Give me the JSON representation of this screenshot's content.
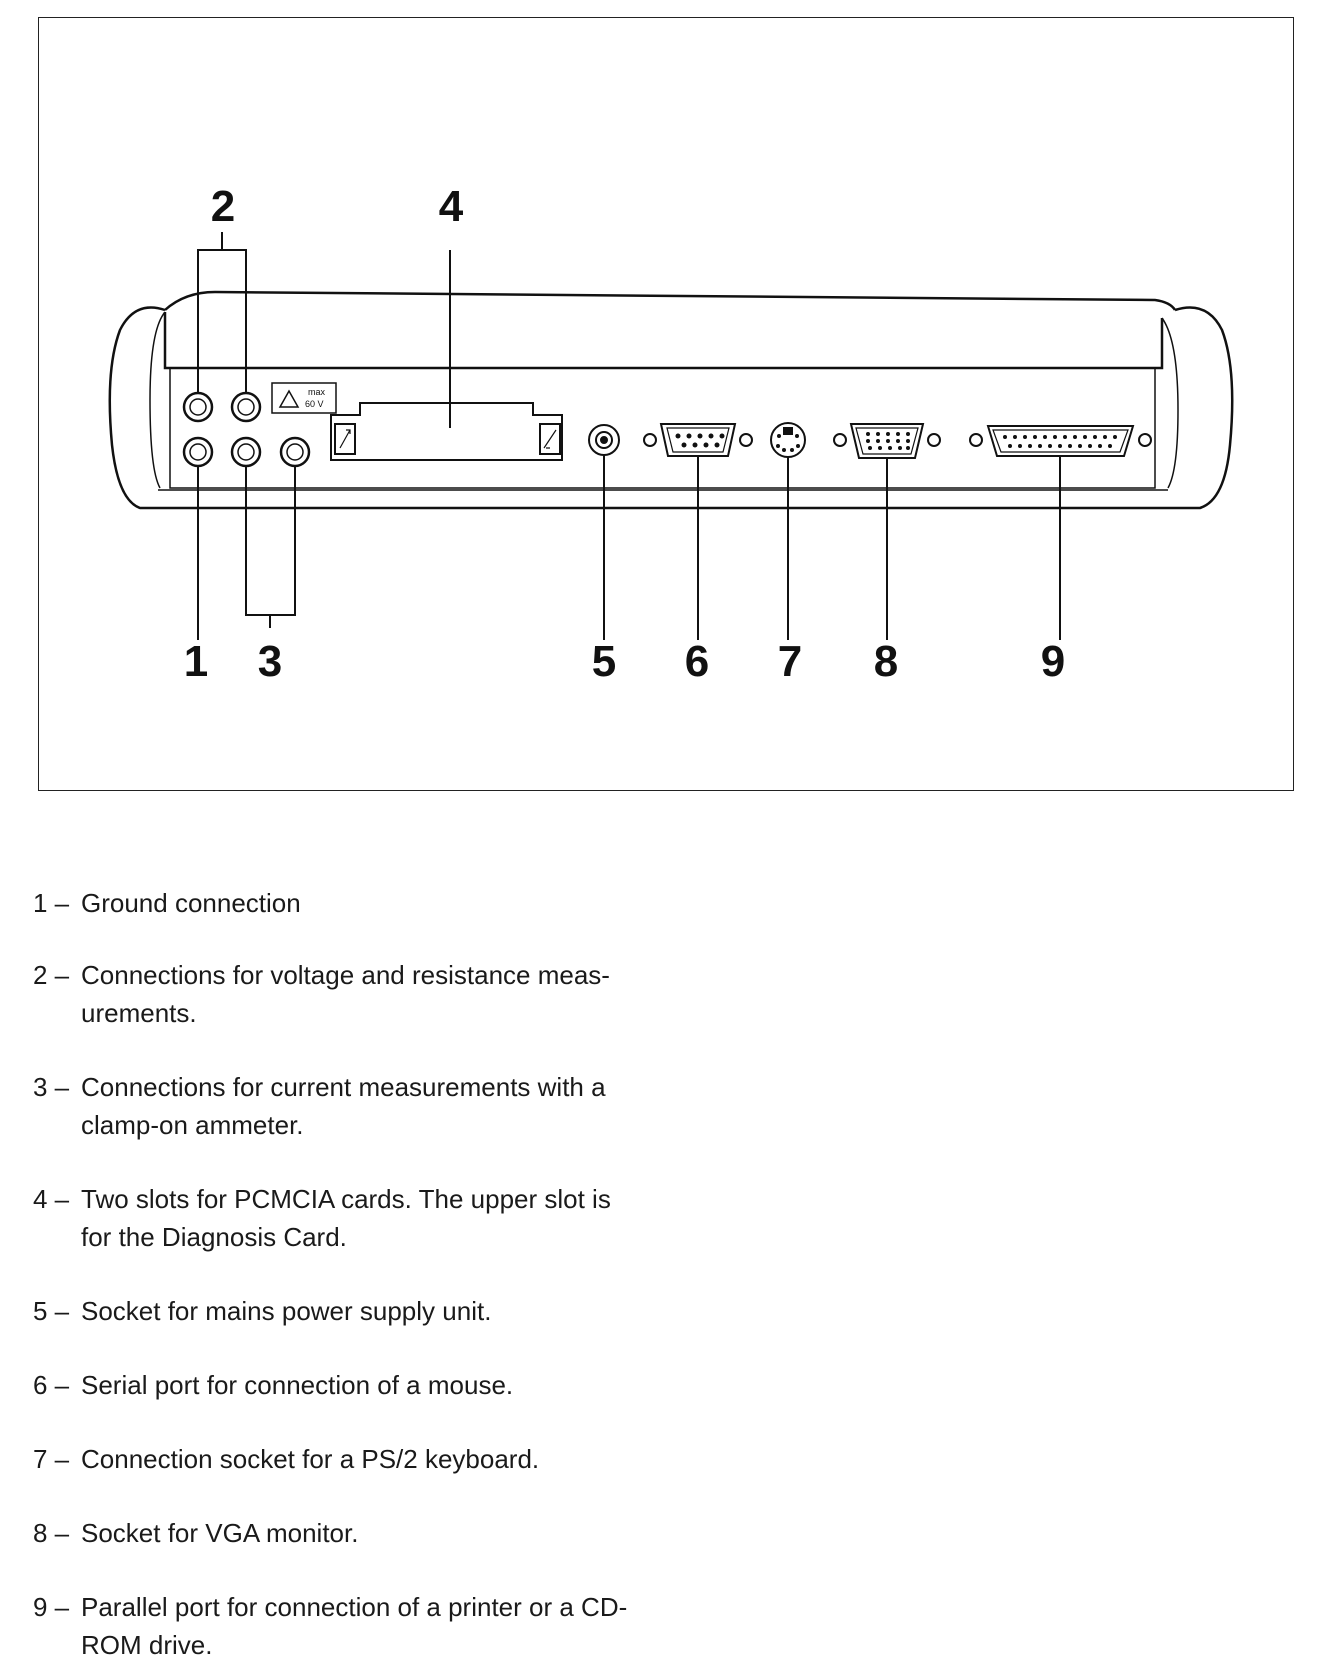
{
  "diagram": {
    "callouts": [
      "1",
      "2",
      "3",
      "4",
      "5",
      "6",
      "7",
      "8",
      "9"
    ],
    "warning_label": {
      "line1": "max",
      "line2": "60 V"
    }
  },
  "legend": [
    {
      "num": "1 –",
      "text": "Ground connection"
    },
    {
      "num": "2 –",
      "text": "Connections for voltage and resistance meas- urements."
    },
    {
      "num": "3 –",
      "text": "Connections for current measurements with a clamp-on ammeter."
    },
    {
      "num": "4 –",
      "text": "Two slots for PCMCIA cards. The upper slot is for the Diagnosis Card."
    },
    {
      "num": "5 –",
      "text": "Socket for mains power supply unit."
    },
    {
      "num": "6 –",
      "text": "Serial port for connection of a mouse."
    },
    {
      "num": "7 –",
      "text": "Connection socket for a PS/2 keyboard."
    },
    {
      "num": "8 –",
      "text": "Socket for VGA monitor."
    },
    {
      "num": "9 –",
      "text": "Parallel port for connection of a printer or a CD- ROM drive."
    }
  ]
}
